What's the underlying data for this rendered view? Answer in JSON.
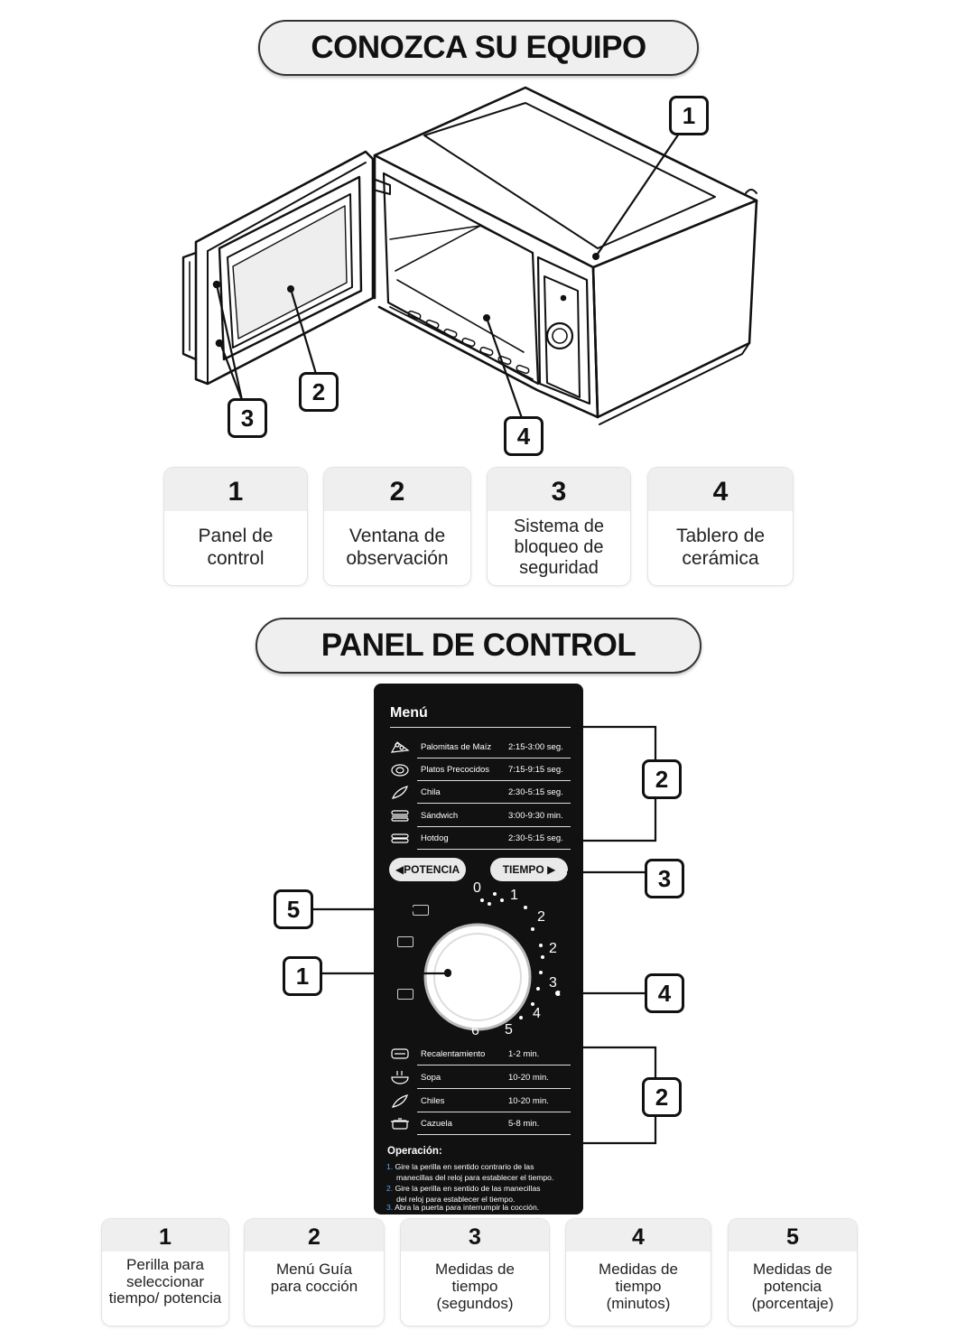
{
  "section1": {
    "title": "CONOZCA SU EQUIPO",
    "callouts": [
      "1",
      "2",
      "3",
      "4"
    ],
    "parts": [
      {
        "num": "1",
        "text": "Panel de control"
      },
      {
        "num": "2",
        "text": "Ventana de observación"
      },
      {
        "num": "3",
        "text": "Sistema de bloqueo de seguridad"
      },
      {
        "num": "4",
        "text": "Tablero de cerámica"
      }
    ]
  },
  "section2": {
    "title": "PANEL DE CONTROL",
    "panel": {
      "menu_title": "Menú",
      "menu_top": [
        {
          "icon": "popcorn-icon",
          "name": "Palomitas de Maíz",
          "time": "2:15-3:00 seg."
        },
        {
          "icon": "plate-icon",
          "name": "Platos Precocidos",
          "time": "7:15-9:15 seg."
        },
        {
          "icon": "chili-icon",
          "name": "Chila",
          "time": "2:30-5:15 seg."
        },
        {
          "icon": "sandwich-icon",
          "name": "Sándwich",
          "time": "3:00-9:30 min."
        },
        {
          "icon": "hotdog-icon",
          "name": "Hotdog",
          "time": "2:30-5:15 seg."
        }
      ],
      "power_button": "POTENCIA",
      "time_button": "TIEMPO",
      "dial_numbers": [
        "0",
        "1",
        "2",
        "2",
        "3",
        "4",
        "5",
        "6"
      ],
      "menu_bottom": [
        {
          "icon": "reheat-icon",
          "name": "Recalentamiento",
          "time": "1-2 min."
        },
        {
          "icon": "soup-icon",
          "name": "Sopa",
          "time": "10-20 min."
        },
        {
          "icon": "chili-icon",
          "name": "Chiles",
          "time": "10-20 min."
        },
        {
          "icon": "casserole-icon",
          "name": "Cazuela",
          "time": "5-8 min."
        }
      ],
      "operation_title": "Operación:",
      "operation_lines": [
        {
          "n": "1.",
          "text": "Gire la perilla en sentido contrario de las"
        },
        {
          "n": "",
          "text": "manecillas del reloj para establecer el tiempo."
        },
        {
          "n": "2.",
          "text": "Gire la perilla en sentido de las manecillas"
        },
        {
          "n": "",
          "text": "del reloj para establecer el tiempo."
        },
        {
          "n": "3.",
          "text": "Abra la puerta para interrumpir la cocción."
        }
      ]
    },
    "callouts": [
      "2",
      "3",
      "5",
      "1",
      "4",
      "2"
    ],
    "parts": [
      {
        "num": "1",
        "text": "Perilla para seleccionar tiempo/ potencia"
      },
      {
        "num": "2",
        "text": "Menú Guía para cocción"
      },
      {
        "num": "3",
        "text": "Medidas de tiempo (segundos)"
      },
      {
        "num": "4",
        "text": "Medidas de tiempo (minutos)"
      },
      {
        "num": "5",
        "text": "Medidas de potencia (porcentaje)"
      }
    ]
  },
  "colors": {
    "ink": "#111111",
    "pill_bg": "#efefef",
    "panel_bg": "#111111",
    "accent_blue": "#57a6ff"
  }
}
